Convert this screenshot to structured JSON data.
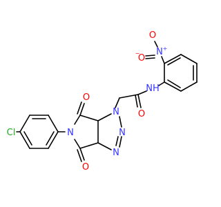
{
  "labels": {
    "cl": "Cl",
    "n_aryl": "N",
    "o_top": "O",
    "o_bottom": "O",
    "n1": "N",
    "n2": "N",
    "n3": "N",
    "o_amide": "O",
    "nh": "NH",
    "n_nitro": "N",
    "n_nitro_charge": "+",
    "o_nitro_left": "O",
    "o_nitro_charge": "−",
    "o_nitro_bottom": "O"
  },
  "colors": {
    "bond": "#000000",
    "nitrogen": "#3333ff",
    "oxygen": "#ff0000",
    "chlorine": "#1faa1f"
  }
}
